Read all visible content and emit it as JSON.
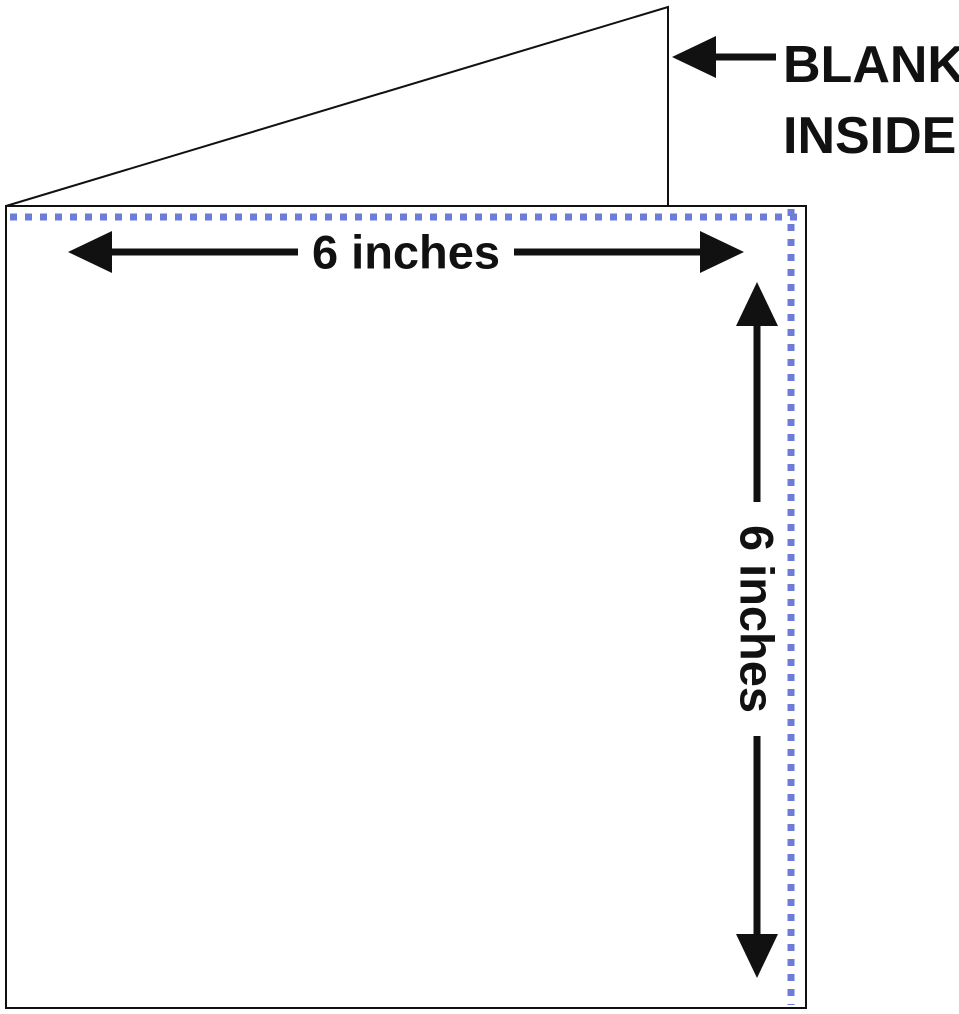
{
  "diagram": {
    "type": "card-dimension-diagram",
    "card": {
      "width_label": "6 inches",
      "height_label": "6 inches"
    },
    "annotation": {
      "line1": "BLANK",
      "line2": "INSIDE"
    },
    "colors": {
      "outline": "#111111",
      "fold_dotted": "#6e7bd9",
      "background": "#ffffff"
    }
  }
}
